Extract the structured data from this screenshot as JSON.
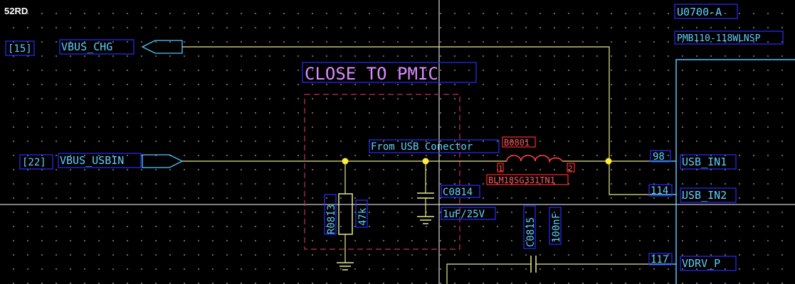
{
  "sheet": {
    "tag": "52RD"
  },
  "part": {
    "refdes": "U0700-A",
    "device": "PMB110-118WLNSP"
  },
  "nets": {
    "vbus_chg": {
      "sheet_ref": "[15]",
      "name": "VBUS_CHG"
    },
    "vbus_usbin": {
      "sheet_ref": "[22]",
      "name": "VBUS_USBIN"
    }
  },
  "note": {
    "close_to_pmic": "CLOSE TO PMIC",
    "from_usb": "From USB Conector"
  },
  "inductor": {
    "refdes": "B0801",
    "part": "BLM18SG331TN1",
    "pin1": "1",
    "pin2": "2"
  },
  "resistor": {
    "refdes": "R0813",
    "value": "47k"
  },
  "cap1": {
    "refdes": "C0814",
    "value": "1uF/25V"
  },
  "cap2": {
    "refdes": "C0815",
    "value": "100nF"
  },
  "pins": [
    {
      "num": "98",
      "name": "USB_IN1"
    },
    {
      "num": "114",
      "name": "USB_IN2"
    },
    {
      "num": "117",
      "name": "VDRV_P"
    }
  ],
  "colors": {
    "wire": "#e8e88a",
    "pin": "#4fc8ff",
    "label": "#5fd0ff",
    "outline": "#2b2bff",
    "part_label": "#ff5a5a",
    "note": "#d98bff"
  }
}
